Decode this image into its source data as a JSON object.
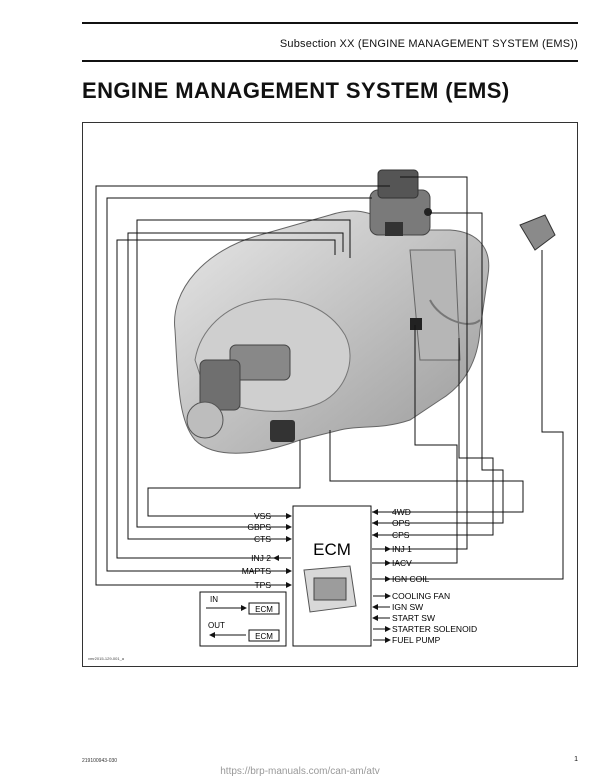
{
  "header": {
    "subsection": "Subsection XX (ENGINE MANAGEMENT SYSTEM (EMS))"
  },
  "title": "ENGINE MANAGEMENT SYSTEM (EMS)",
  "diagram": {
    "ecm_label": "ECM",
    "left_signals": [
      "VSS",
      "GBPS",
      "CTS",
      "INJ 2",
      "MAPTS",
      "TPS"
    ],
    "right_signals": [
      "4WD",
      "OPS",
      "CPS",
      "INJ 1",
      "IACV",
      "IGN COIL",
      "COOLING FAN",
      "IGN SW",
      "START SW",
      "STARTER SOLENOID",
      "FUEL PUMP"
    ],
    "legend": {
      "in_label": "IN",
      "out_label": "OUT",
      "box_label": "ECM"
    },
    "figure_code": "vmr2015-129-001_a"
  },
  "footer": {
    "doc_number": "219100943-030",
    "page": "1",
    "url": "https://brp-manuals.com/can-am/atv"
  }
}
